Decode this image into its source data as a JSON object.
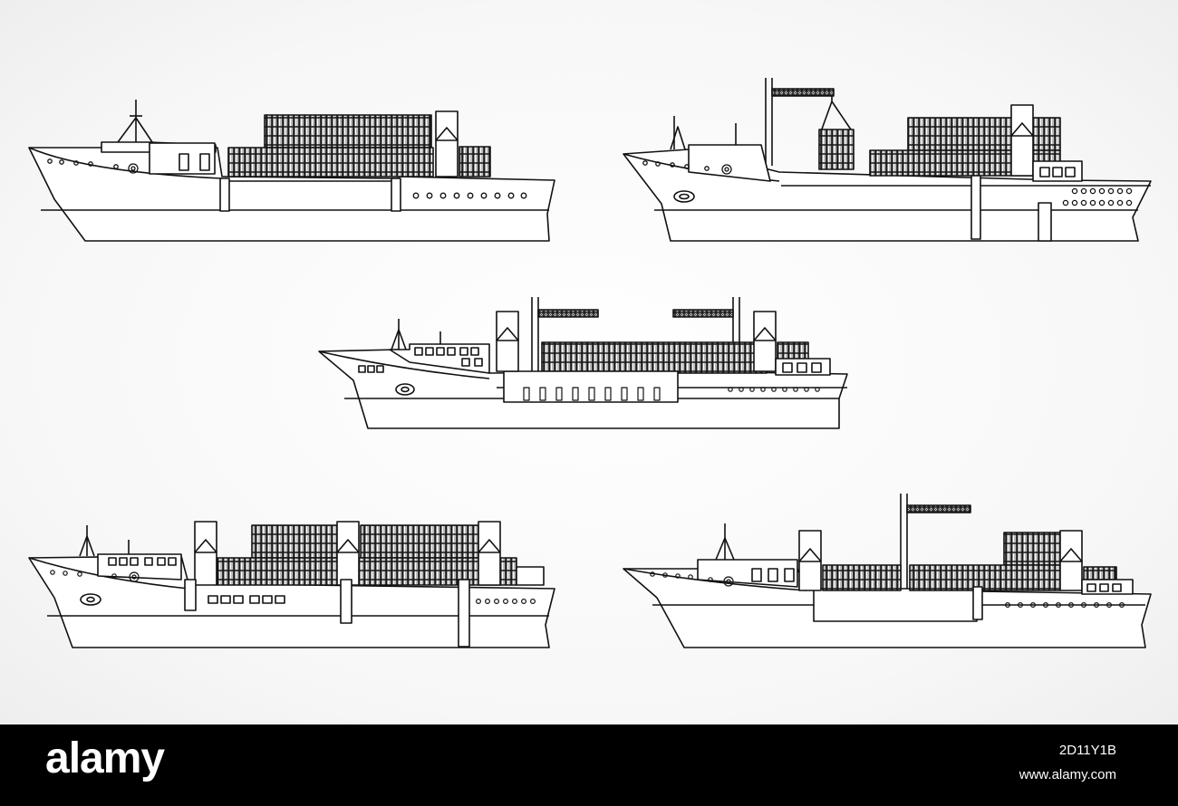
{
  "footer": {
    "brand": "alamy",
    "image_id": "2D11Y1B",
    "url": "www.alamy.com"
  },
  "colors": {
    "line": "#111111",
    "fill": "#ffffff",
    "footer_bg": "#000000",
    "footer_text": "#ffffff"
  },
  "ships": [
    {
      "id": "ship-1",
      "description_name": "container-ship-icon"
    },
    {
      "id": "ship-2",
      "description_name": "container-ship-with-crane-icon"
    },
    {
      "id": "ship-3",
      "description_name": "container-ship-with-two-cranes-icon"
    },
    {
      "id": "ship-4",
      "description_name": "container-ship-three-masts-icon"
    },
    {
      "id": "ship-5",
      "description_name": "container-ship-with-crane-icon"
    }
  ]
}
